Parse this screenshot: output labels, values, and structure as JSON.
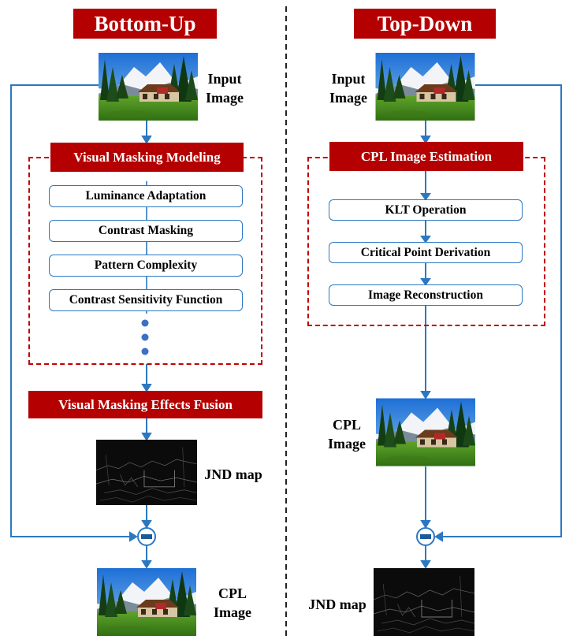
{
  "bottom_up": {
    "title": "Bottom-Up",
    "input_label_1": "Input",
    "input_label_2": "Image",
    "modeling_title": "Visual Masking Modeling",
    "modules": [
      "Luminance Adaptation",
      "Contrast Masking",
      "Pattern Complexity",
      "Contrast Sensitivity Function"
    ],
    "fusion_title": "Visual Masking Effects Fusion",
    "jnd_label": "JND map",
    "output_label_1": "CPL",
    "output_label_2": "Image"
  },
  "top_down": {
    "title": "Top-Down",
    "input_label_1": "Input",
    "input_label_2": "Image",
    "estimation_title": "CPL Image Estimation",
    "steps": [
      "KLT Operation",
      "Critical Point Derivation",
      "Image Reconstruction"
    ],
    "cpl_label_1": "CPL",
    "cpl_label_2": "Image",
    "jnd_label": "JND map"
  },
  "colors": {
    "accent_red": "#b40000",
    "arrow_blue": "#2b78c2",
    "dash_red": "#c00000",
    "dot_blue": "#3d6fc4"
  }
}
